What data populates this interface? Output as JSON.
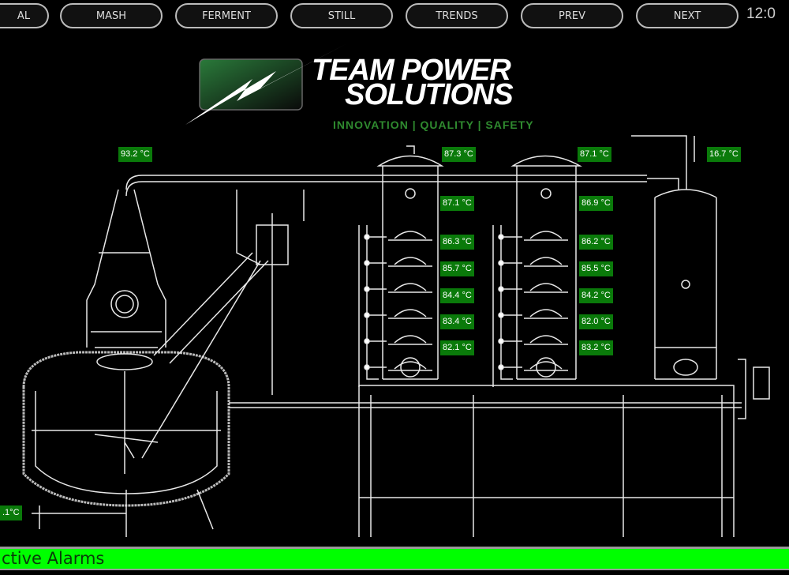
{
  "nav": {
    "buttons": [
      {
        "label": "AL"
      },
      {
        "label": "MASH"
      },
      {
        "label": "FERMENT"
      },
      {
        "label": "STILL"
      },
      {
        "label": "TRENDS"
      },
      {
        "label": "PREV"
      },
      {
        "label": "NEXT"
      }
    ],
    "clock": "12:0"
  },
  "logo": {
    "line1": "TEAM POWER",
    "line2": "SOLUTIONS",
    "tagline": "INNOVATION | QUALITY | SAFETY",
    "colors": {
      "green": "#1f6b2c",
      "tagline": "#2f8a2f"
    }
  },
  "temperatures": {
    "pot_head": "93.2 °C",
    "pot_bottom": ".1°C",
    "column1": [
      "87.3 °C",
      "87.1 °C",
      "86.3 °C",
      "85.7 °C",
      "84.4 °C",
      "83.4 °C",
      "82.1 °C"
    ],
    "column2": [
      "87.1 °C",
      "86.9 °C",
      "86.2 °C",
      "85.5 °C",
      "84.2 °C",
      "82.0 °C",
      "83.2 °C"
    ],
    "condenser": "16.7 °C"
  },
  "alarms": {
    "label": "ctive Alarms",
    "color": "#00ff00"
  },
  "colors": {
    "label_bg": "#0a7a0a",
    "background": "#000000",
    "drawing": "#ffffff"
  }
}
